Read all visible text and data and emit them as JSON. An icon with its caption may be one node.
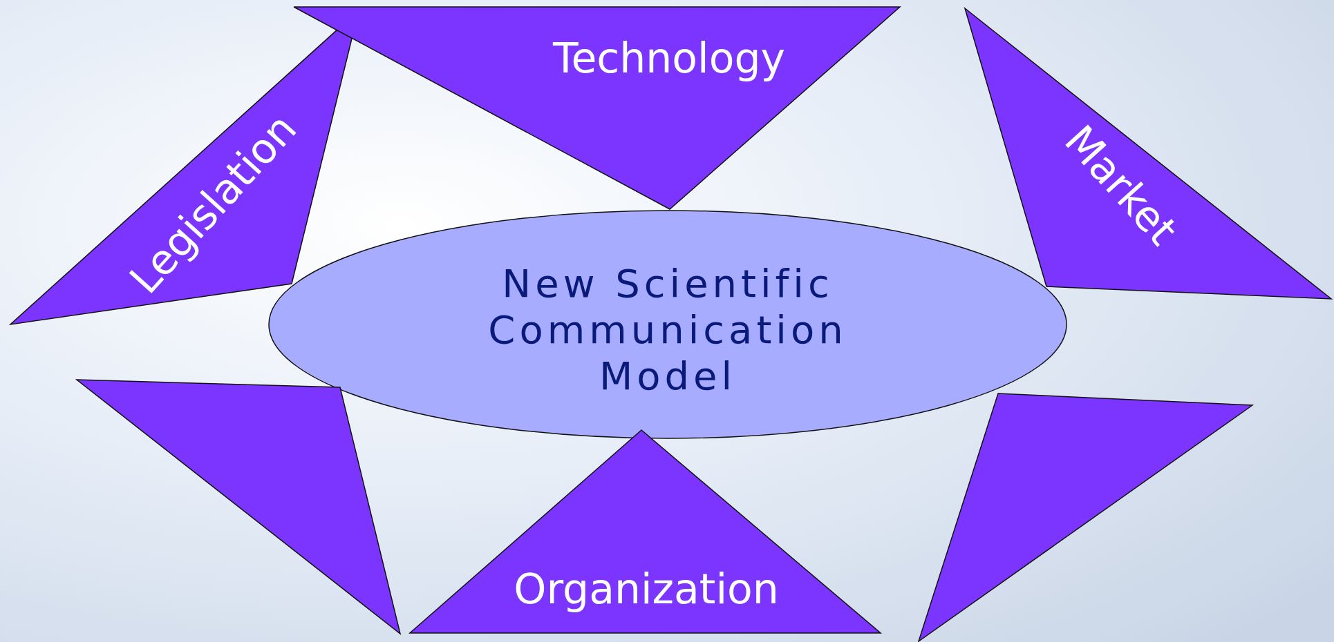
{
  "diagram": {
    "nodes": [
      {
        "text": [
          "Legislation"
        ]
      },
      {
        "text": [
          "Technology"
        ]
      },
      {
        "text": [
          "Market"
        ]
      },
      {
        "text": [
          "New Scientific Communication Model"
        ]
      },
      {
        "text": [],
        "shape": "triangle"
      },
      {
        "text": [
          "Organization"
        ]
      },
      {
        "text": [],
        "shape": "triangle"
      }
    ]
  }
}
